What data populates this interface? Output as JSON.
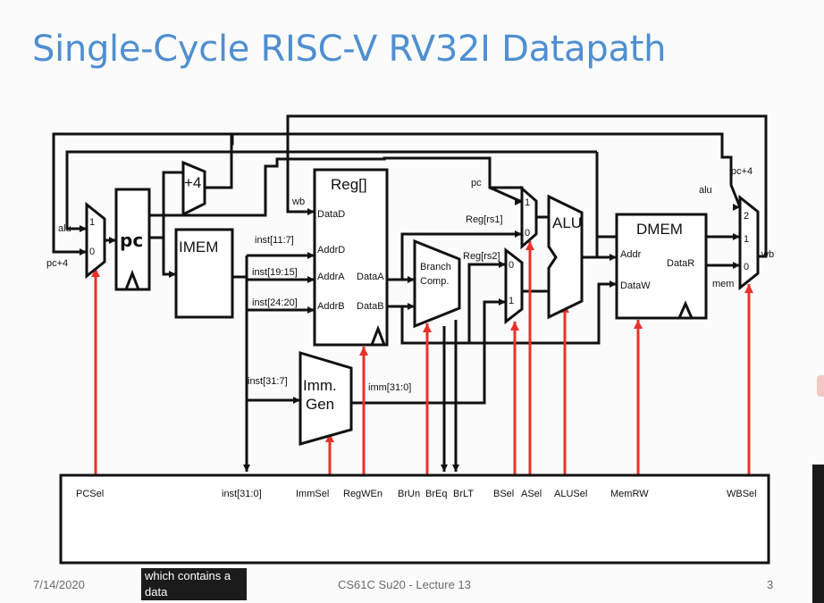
{
  "slide": {
    "title": "Single-Cycle RISC-V RV32I Datapath",
    "footer_date": "7/14/2020",
    "footer_course": "CS61C Su20 - Lecture 13",
    "footer_page": "3",
    "caption": "which contains a data"
  },
  "blocks": {
    "pc": "pc",
    "adder": "+4",
    "imem": "IMEM",
    "regfile": "Reg[]",
    "branch_comp_1": "Branch",
    "branch_comp_2": "Comp.",
    "alu": "ALU",
    "dmem": "DMEM",
    "imm_gen_1": "Imm.",
    "imm_gen_2": "Gen"
  },
  "ports": {
    "dataD": "DataD",
    "addrD": "AddrD",
    "addrA": "AddrA",
    "addrB": "AddrB",
    "dataA": "DataA",
    "dataB": "DataB",
    "dmem_addr": "Addr",
    "dmem_dataW": "DataW",
    "dmem_dataR": "DataR"
  },
  "wires": {
    "alu_left": "alu",
    "pc4_left": "pc+4",
    "wb": "wb",
    "inst_11_7": "inst[11:7]",
    "inst_19_15": "inst[19:15]",
    "inst_24_20": "inst[24:20]",
    "inst_31_7": "inst[31:7]",
    "imm": "imm[31:0]",
    "pc": "pc",
    "reg_rs1": "Reg[rs1]",
    "reg_rs2": "Reg[rs2]",
    "alu_right": "alu",
    "pc4_right": "pc+4",
    "mem": "mem",
    "wb_out": "wb"
  },
  "mux_inputs": {
    "pc_mux_1": "1",
    "pc_mux_0": "0",
    "a_mux_1": "1",
    "a_mux_0": "0",
    "b_mux_0": "0",
    "b_mux_1": "1",
    "wb_mux_2": "2",
    "wb_mux_1": "1",
    "wb_mux_0": "0"
  },
  "control": {
    "pcsel": "PCSel",
    "inst": "inst[31:0]",
    "immsel": "ImmSel",
    "regwen": "RegWEn",
    "brun": "BrUn",
    "breq": "BrEq",
    "brlt": "BrLT",
    "bsel": "BSel",
    "asel": "ASel",
    "alusel": "ALUSel",
    "memrw": "MemRW",
    "wbsel": "WBSel"
  }
}
